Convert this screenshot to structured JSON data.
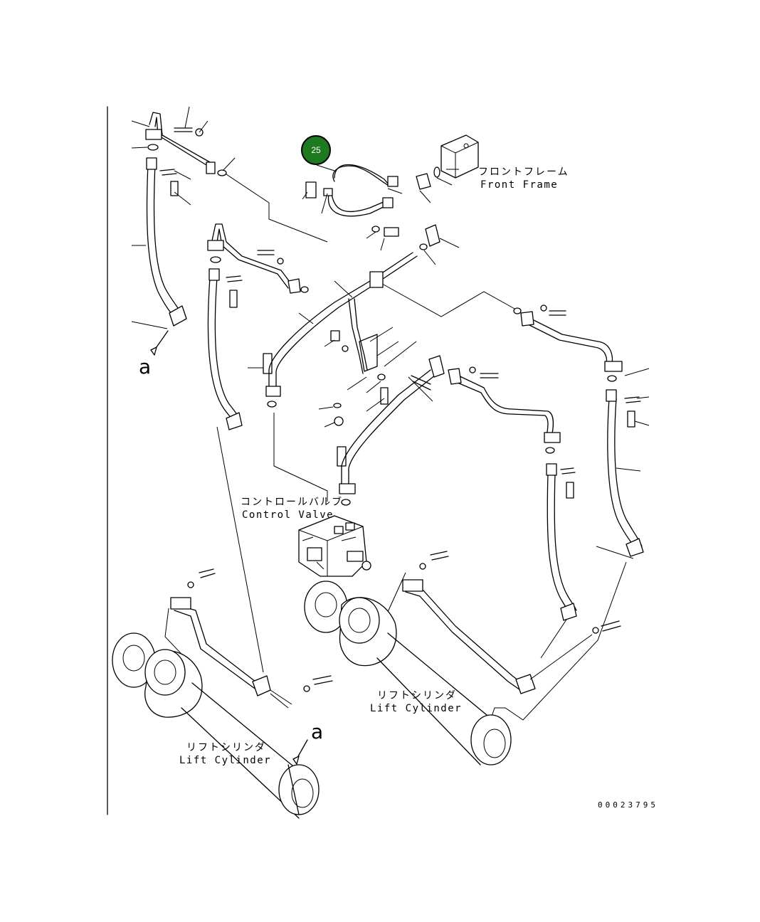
{
  "labels": {
    "front_frame_jp": "フロントフレーム",
    "front_frame_en": "Front Frame",
    "control_valve_jp": "コントロールバルブ",
    "control_valve_en": "Control Valve",
    "lift_cylinder_jp": "リフトシリンダ",
    "lift_cylinder_en": "Lift Cylinder",
    "view_ref": "a",
    "drawing_number": "00023795"
  },
  "callout": {
    "number": "25",
    "color": "#1e7a1e"
  }
}
